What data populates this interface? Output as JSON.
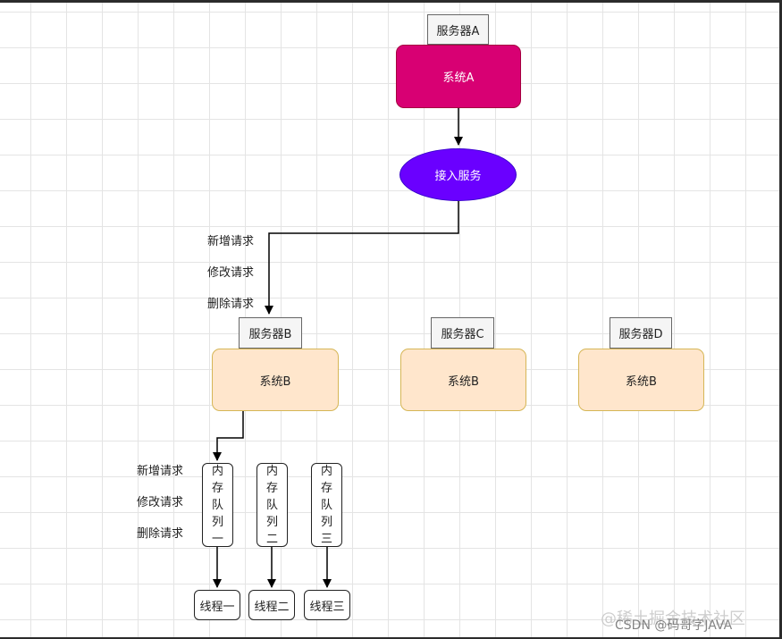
{
  "server_a": {
    "label": "服务器A"
  },
  "system_a": {
    "label": "系统A"
  },
  "access_service": {
    "label": "接入服务"
  },
  "request_labels_top": [
    "新增请求",
    "修改请求",
    "删除请求"
  ],
  "servers": [
    {
      "label": "服务器B",
      "system": "系统B"
    },
    {
      "label": "服务器C",
      "system": "系统B"
    },
    {
      "label": "服务器D",
      "system": "系统B"
    }
  ],
  "request_labels_bottom": [
    "新增请求",
    "修改请求",
    "删除请求"
  ],
  "queues": [
    {
      "label": "内存队列一",
      "thread": "线程一"
    },
    {
      "label": "内存队列二",
      "thread": "线程二"
    },
    {
      "label": "内存队列三",
      "thread": "线程三"
    }
  ],
  "watermark": {
    "line1": "@稀土掘金技术社区",
    "line2": "CSDN @码哥字JAVA"
  },
  "colors": {
    "system_a_fill": "#d80073",
    "access_fill": "#6a00ff",
    "system_b_fill": "#ffe6cc",
    "system_b_stroke": "#d6b656"
  }
}
